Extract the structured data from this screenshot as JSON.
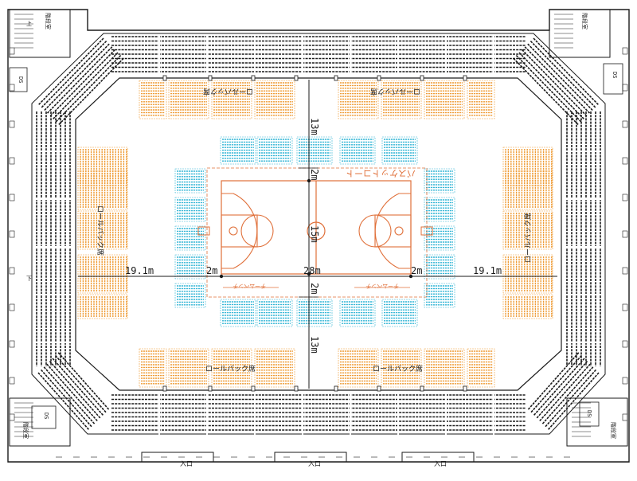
{
  "colors": {
    "line": "#1a1a1a",
    "court": "#e0703a",
    "floor_seat": "#ef9c36",
    "court_seat": "#34b6d6",
    "label": "#d2691e"
  },
  "dimensions": {
    "top_depth": "13m",
    "bottom_depth": "13m",
    "court_width": "15m",
    "court_length": "28m",
    "left_side": "19.1m",
    "right_side": "19.1m",
    "margin_left": "2m",
    "margin_right": "2m",
    "margin_top": "2m",
    "margin_bottom": "2m"
  },
  "labels": {
    "court_name": "バスケットコート",
    "bench_label": "チームベンチ",
    "floor_block_tl": "ロールバック席",
    "floor_block_tr": "ロールバック席",
    "floor_block_bl": "ロールバック席",
    "floor_block_br": "ロールバック席",
    "floor_block_left": "ロールバック席",
    "floor_block_right": "ロールバック席",
    "corner_tl": "階段室",
    "corner_tr": "階段室",
    "corner_bl": "階段室",
    "corner_br": "階段室",
    "ds": "DS",
    "stair_top": "上",
    "stair_bottom": "下",
    "entrances": [
      "入口",
      "入口",
      "入口"
    ]
  }
}
